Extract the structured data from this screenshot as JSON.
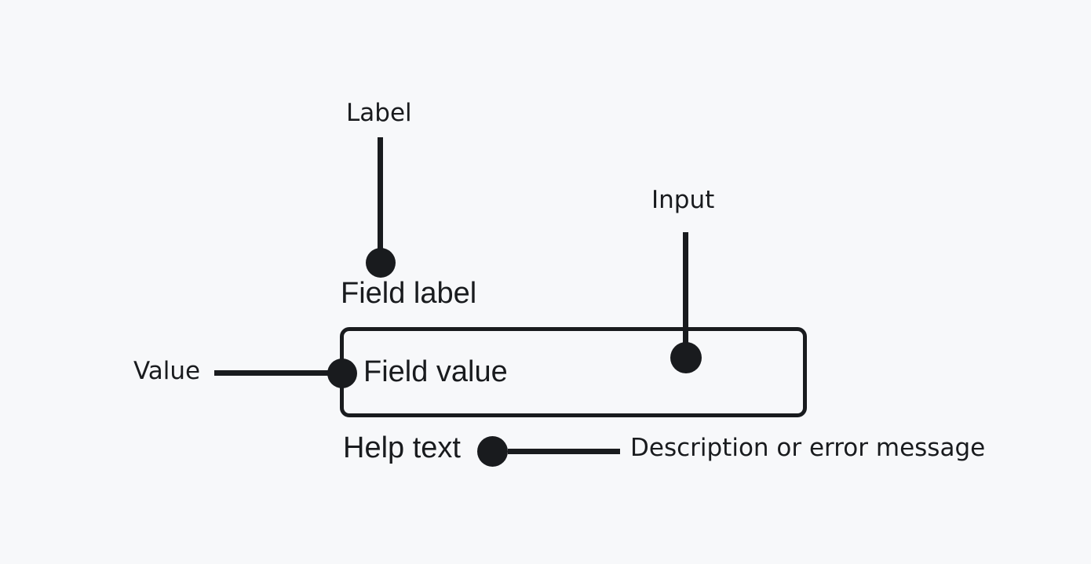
{
  "colors": {
    "background": "#f7f8fa",
    "ink": "#191b1e"
  },
  "annotations": {
    "label": "Label",
    "input": "Input",
    "value": "Value",
    "help": "Description or error message"
  },
  "field": {
    "label": "Field label",
    "value": "Field value",
    "help_text": "Help text"
  }
}
